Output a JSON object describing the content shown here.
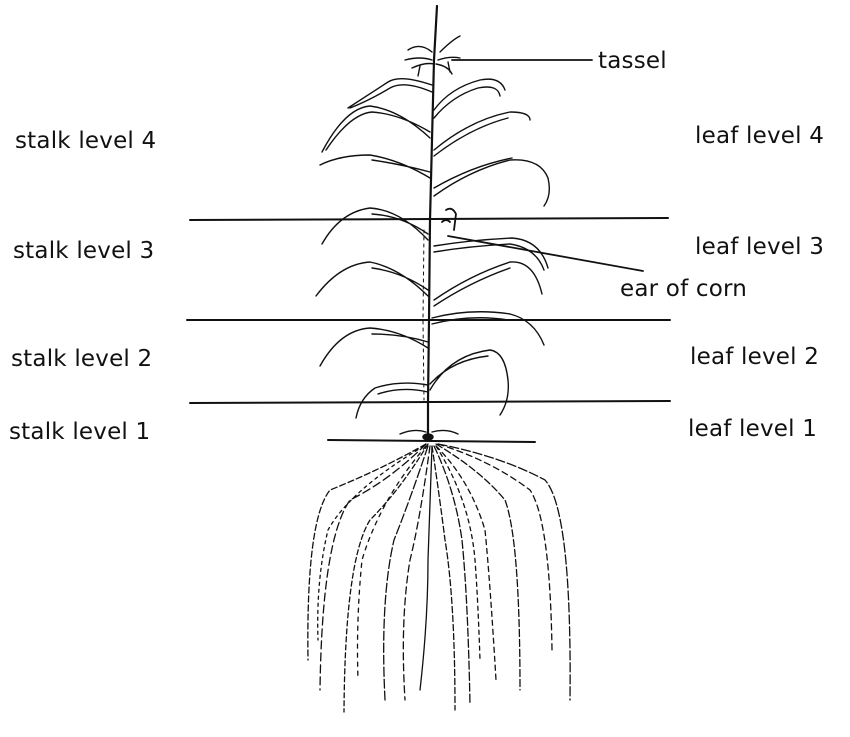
{
  "diagram": {
    "subject": "corn plant with levels",
    "labels": {
      "tassel": "tassel",
      "ear": "ear of corn",
      "stalk": [
        "stalk level 1",
        "stalk level 2",
        "stalk level 3",
        "stalk level 4"
      ],
      "leaf": [
        "leaf level 1",
        "leaf level 2",
        "leaf level 3",
        "leaf level 4"
      ]
    },
    "divider_lines_y": [
      220,
      320,
      402,
      440
    ],
    "colors": {
      "ink": "#111111",
      "background": "#ffffff"
    }
  }
}
